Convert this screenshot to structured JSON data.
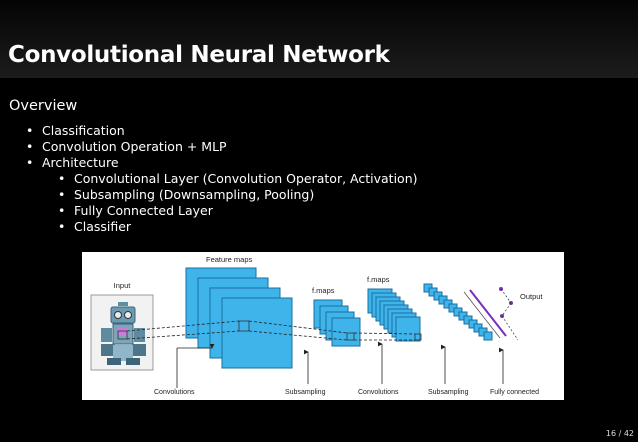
{
  "slide": {
    "title": "Convolutional Neural Network",
    "section": "Overview",
    "bullets": [
      "Classification",
      "Convolution Operation + MLP",
      "Architecture"
    ],
    "sub_bullets": [
      "Convolutional Layer (Convolution Operator, Activation)",
      "Subsampling (Downsampling, Pooling)",
      "Fully Connected Layer",
      "Classifier"
    ],
    "bullet_glyph": "•",
    "page_number": "16 / 42"
  },
  "figure": {
    "input_label": "Input",
    "feature_maps_label": "Feature maps",
    "fmaps_label_1": "f.maps",
    "fmaps_label_2": "f.maps",
    "output_label": "Output",
    "bottom_labels": [
      "Convolutions",
      "Subsampling",
      "Convolutions",
      "Subsampling",
      "Fully connected"
    ],
    "colors": {
      "map_fill": "#3fb4ea",
      "map_edge": "#1a6fa0",
      "output_line": "#7a2fb5"
    }
  }
}
